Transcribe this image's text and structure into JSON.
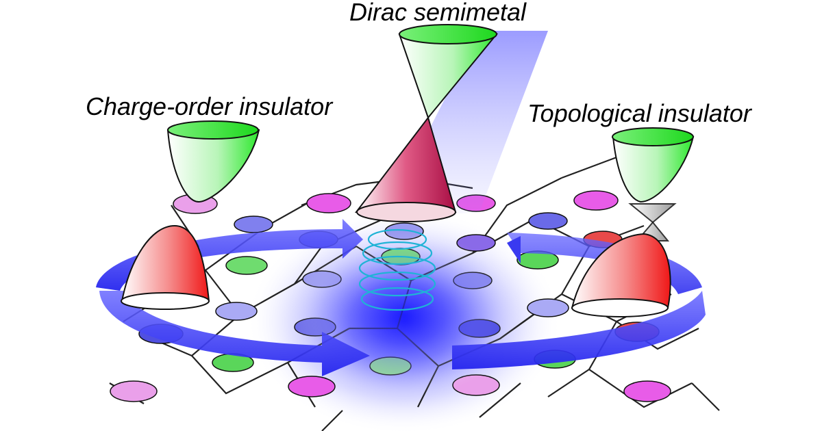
{
  "labels": {
    "dirac": "Dirac semimetal",
    "charge_order": "Charge-order insulator",
    "topological": "Topological insulator"
  },
  "colors": {
    "arrow": "#2b2bf0",
    "glow": "#1a1aff",
    "helix": "#1fb3d6",
    "conduction_band": "#2ee82e",
    "valence_band": "#f01818",
    "cone_lower": "#b8124a",
    "site_pink": "#e85ce8",
    "site_blue": "#6a6ae8",
    "site_green": "#5ad65a",
    "site_red": "#e84a4a",
    "lattice": "#222222"
  },
  "icons": {
    "dirac_cone": "double-cone-icon",
    "gapped_band": "paraboloid-band-icon",
    "circulating_light": "circular-arrow-icon",
    "helix": "helix-icon"
  }
}
